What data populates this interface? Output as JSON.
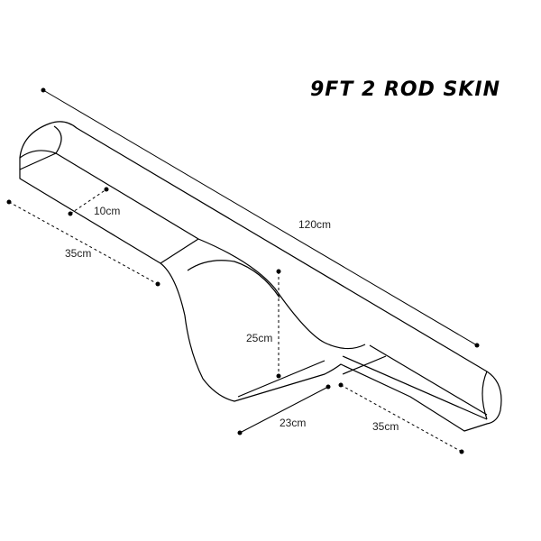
{
  "title": "9FT 2 ROD SKIN",
  "dimensions": {
    "length": "120cm",
    "left_width": "35cm",
    "right_width": "35cm",
    "left_depth": "10cm",
    "pocket_depth": "25cm",
    "bottom_width": "23cm"
  }
}
